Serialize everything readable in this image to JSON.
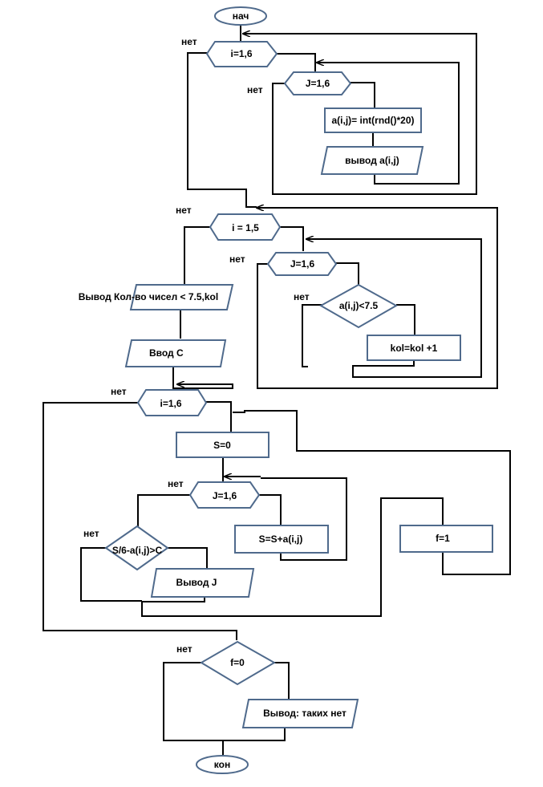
{
  "colors": {
    "shape_stroke": "#4F6A8C",
    "line": "#000000",
    "background": "#ffffff"
  },
  "blocks": {
    "start": "нач",
    "loop_i1": "i=1,6",
    "loop_j1": "J=1,6",
    "assign_a": "a(i,j)= int(rnd()*20)",
    "output_a": "вывод a(i,j)",
    "loop_i2": "i = 1,5",
    "loop_j2": "J=1,6",
    "cond_a": "a(i,j)<7.5",
    "kol_inc": "kol=kol +1",
    "output_kol": "Вывод Кол-во чисел < 7.5,kol",
    "input_c": "Ввод С",
    "loop_i3": "i=1,6",
    "s_zero": "S=0",
    "loop_j3": "J=1,6",
    "s_sum": "S=S+a(i,j)",
    "cond_s": "S/6-a(i,j)>C",
    "output_j": "Вывод J",
    "f_one": "f=1",
    "cond_f": "f=0",
    "output_none": "Вывод: таких нет",
    "end": "кон"
  },
  "labels": {
    "no": "нет"
  }
}
